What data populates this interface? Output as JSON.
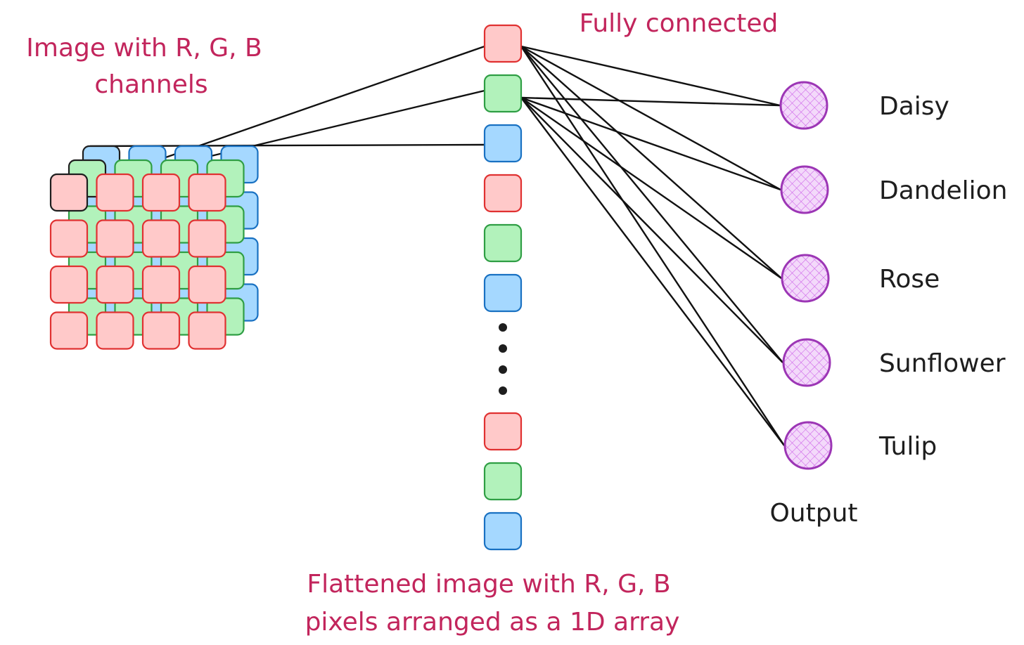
{
  "labels": {
    "image_title_line1": "Image with R, G, B",
    "image_title_line2": "channels",
    "fully_connected": "Fully connected",
    "flattened_line1": "Flattened image with R, G, B",
    "flattened_line2": "pixels arranged as a 1D array",
    "output": "Output"
  },
  "classes": [
    "Daisy",
    "Dandelion",
    "Rose",
    "Sunflower",
    "Tulip"
  ],
  "input_image": {
    "grid_rows": 4,
    "grid_cols": 4,
    "channels": [
      "R",
      "G",
      "B"
    ]
  },
  "flattened_array": {
    "top_sequence": [
      "R",
      "G",
      "B",
      "R",
      "G",
      "B"
    ],
    "bottom_sequence": [
      "R",
      "G",
      "B"
    ],
    "ellipsis_dots": 4
  },
  "colors": {
    "label_accent": "#c2255c",
    "red_fill": "#ffc9c9",
    "red_stroke": "#e03131",
    "green_fill": "#b2f2bb",
    "green_stroke": "#2f9e44",
    "blue_fill": "#a5d8ff",
    "blue_stroke": "#1971c2",
    "output_node_fill": "#f3d9fa",
    "output_node_stroke": "#9c36b5",
    "line": "#111111"
  }
}
